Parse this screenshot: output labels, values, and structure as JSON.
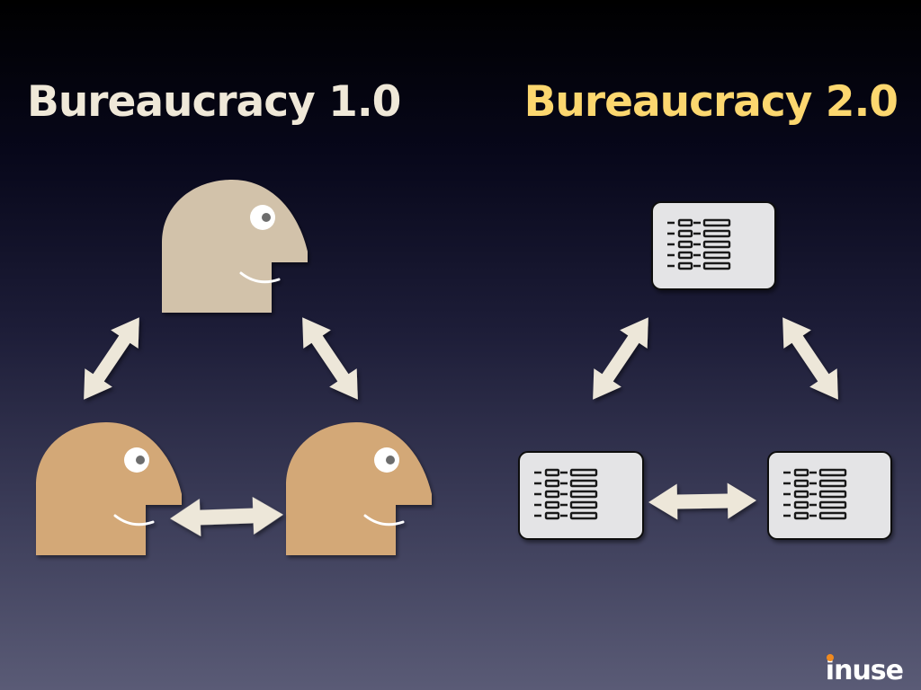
{
  "titles": {
    "left": "Bureaucracy 1.0",
    "right": "Bureaucracy 2.0"
  },
  "colors": {
    "title_left": "#efe8d8",
    "title_right": "#fcd76f",
    "head_top": "#d2c2aa",
    "head_bottom": "#d3a877",
    "arrow": "#ede7d9",
    "document": "#e4e4e6",
    "logo_dot": "#f08a1f"
  },
  "icons": {
    "people": "smiling-head-icon",
    "documents": "form-document-icon",
    "links": "double-headed-arrow-icon"
  },
  "logo": {
    "text": "inuse"
  }
}
